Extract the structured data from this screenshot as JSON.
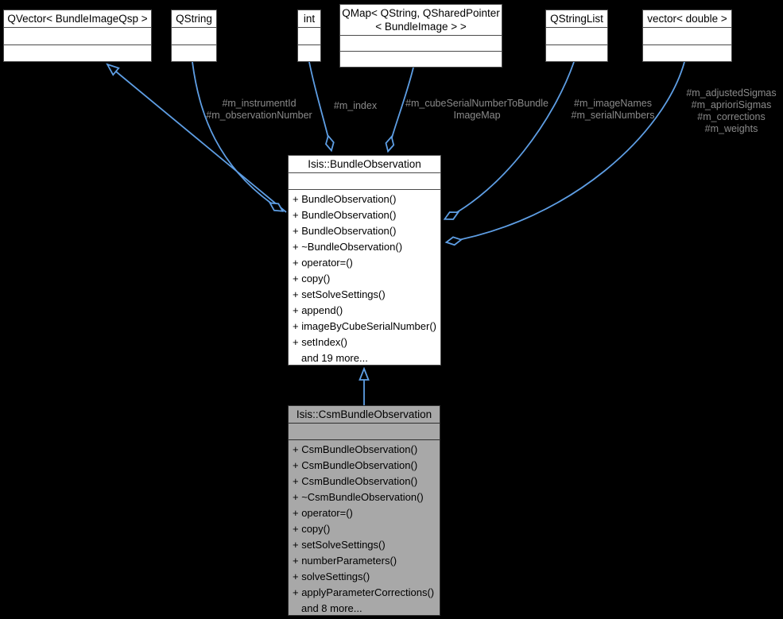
{
  "diagram": {
    "classes": {
      "qvector": {
        "title": "QVector< BundleImageQsp >"
      },
      "qstring": {
        "title": "QString"
      },
      "int": {
        "title": "int"
      },
      "qmap": {
        "title_line1": "QMap< QString, QSharedPointer",
        "title_line2": "< BundleImage > >"
      },
      "qstringlist": {
        "title": "QStringList"
      },
      "vector": {
        "title": "vector< double >"
      },
      "bundle_observation": {
        "title": "Isis::BundleObservation",
        "methods": [
          "+ BundleObservation()",
          "+ BundleObservation()",
          "+ BundleObservation()",
          "+ ~BundleObservation()",
          "+ operator=()",
          "+ copy()",
          "+ setSolveSettings()",
          "+ append()",
          "+ imageByCubeSerialNumber()",
          "+ setIndex()"
        ],
        "more": "and 19 more..."
      },
      "csm_bundle_observation": {
        "title": "Isis::CsmBundleObservation",
        "methods": [
          "+ CsmBundleObservation()",
          "+ CsmBundleObservation()",
          "+ CsmBundleObservation()",
          "+ ~CsmBundleObservation()",
          "+ operator=()",
          "+ copy()",
          "+ setSolveSettings()",
          "+ numberParameters()",
          "+ solveSettings()",
          "+ applyParameterCorrections()"
        ],
        "more": "and 8 more..."
      }
    },
    "edge_labels": {
      "qstring_members": [
        "#m_instrumentId",
        "#m_observationNumber"
      ],
      "int_members": [
        "#m_index"
      ],
      "qmap_members": [
        "#m_cubeSerialNumberToBundle",
        "ImageMap"
      ],
      "qstringlist_members": [
        "#m_imageNames",
        "#m_serialNumbers"
      ],
      "vector_members": [
        "#m_adjustedSigmas",
        "#m_aprioriSigmas",
        "#m_corrections",
        "#m_weights"
      ]
    },
    "colors": {
      "background": "#000000",
      "edge_blue": "#5e9ee4",
      "label_gray": "#8a8a8a",
      "node_fill": "#ffffff",
      "highlight_fill": "#a8a8a8"
    }
  }
}
